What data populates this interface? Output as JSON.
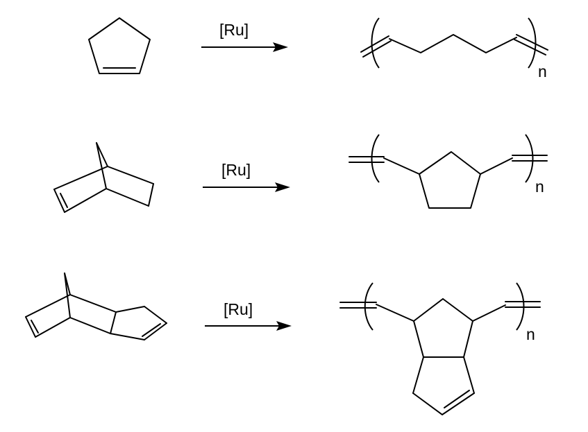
{
  "reactions": [
    {
      "reagent": "[Ru]",
      "repeat_subscript": "n"
    },
    {
      "reagent": "[Ru]",
      "repeat_subscript": "n"
    },
    {
      "reagent": "[Ru]",
      "repeat_subscript": "n"
    }
  ],
  "colors": {
    "ink": "#000000",
    "background": "#ffffff"
  }
}
